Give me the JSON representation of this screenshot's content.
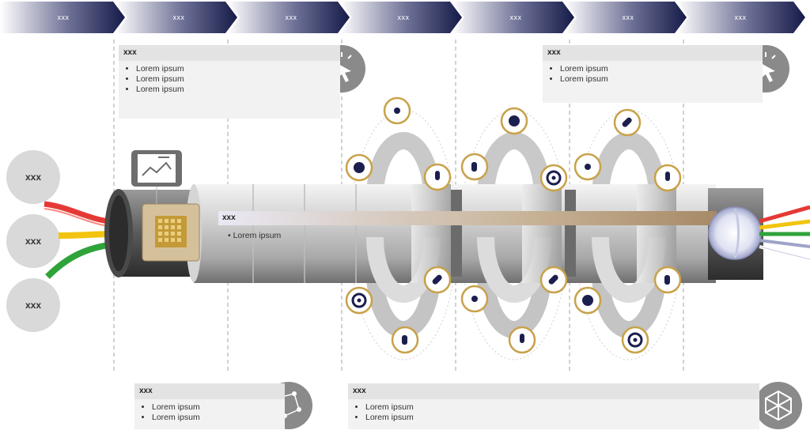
{
  "stages": [
    "xxx",
    "xxx",
    "xxx",
    "xxx",
    "xxx",
    "xxx",
    "xxx"
  ],
  "input_nodes": [
    "xxx",
    "xxx",
    "xxx"
  ],
  "boxes": {
    "top_left": {
      "title": "xxx",
      "items": [
        "Lorem ipsum",
        "Lorem ipsum",
        "Lorem ipsum"
      ]
    },
    "top_right": {
      "title": "xxx",
      "items": [
        "Lorem ipsum",
        "Lorem ipsum"
      ]
    },
    "bottom_left": {
      "title": "xxx",
      "items": [
        "Lorem ipsum",
        "Lorem ipsum"
      ]
    },
    "bottom_right": {
      "title": "xxx",
      "items": [
        "Lorem ipsum",
        "Lorem ipsum"
      ]
    }
  },
  "tube": {
    "title": "xxx",
    "bullet": "Lorem ipsum"
  },
  "colors": {
    "navy": "#1b1f4e",
    "gold": "#c8a24a",
    "wire_red": "#e53935",
    "wire_yellow": "#f2c40f",
    "wire_green": "#2ea33a",
    "grey_circle": "#d9d9d9"
  },
  "icons": [
    "hand-pointer-icon",
    "gear-icon",
    "link-icon",
    "target-icon",
    "network-icon",
    "click-touch-icon",
    "tablet-chart-icon",
    "chip-icon",
    "network-nodes-icon",
    "cube-network-icon"
  ]
}
